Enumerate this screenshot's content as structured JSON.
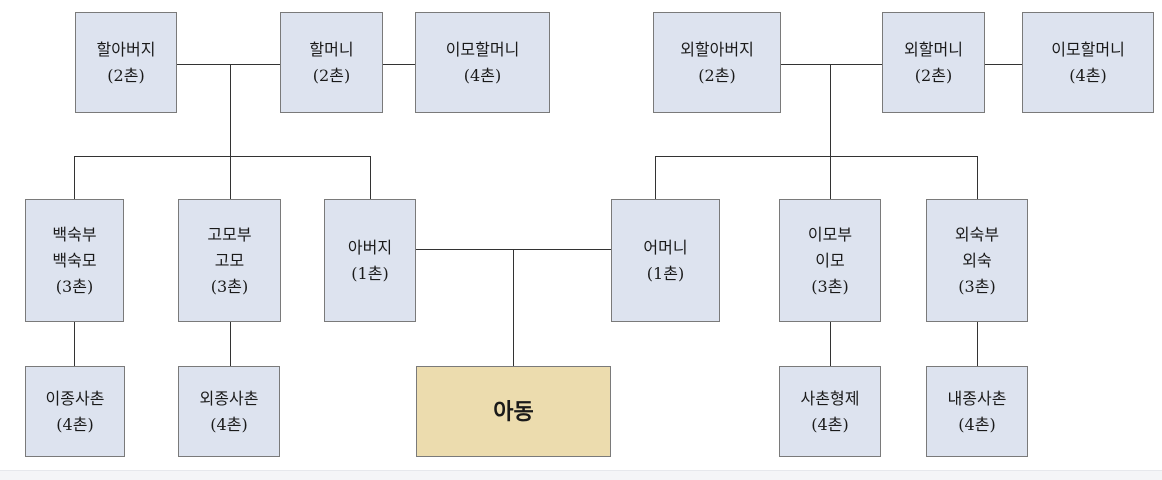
{
  "colors": {
    "box_fill": "#dde3ef",
    "child_fill": "#ecdcae",
    "border": "#7a7a7a",
    "line": "#333333"
  },
  "nodes": {
    "grandfather": [
      "할아버지",
      "(2촌)"
    ],
    "grandmother": [
      "할머니",
      "(2촌)"
    ],
    "grandaunt": [
      "이모할머니",
      "(4촌)"
    ],
    "mat_grandfather": [
      "외할아버지",
      "(2촌)"
    ],
    "mat_grandmother": [
      "외할머니",
      "(2촌)"
    ],
    "mat_grandaunt": [
      "이모할머니",
      "(4촌)"
    ],
    "paternal_uncle": [
      "백숙부",
      "백숙모",
      "(3촌)"
    ],
    "paternal_aunt": [
      "고모부",
      "고모",
      "(3촌)"
    ],
    "father": [
      "아버지",
      "(1촌)"
    ],
    "mother": [
      "어머니",
      "(1촌)"
    ],
    "maternal_aunt": [
      "이모부",
      "이모",
      "(3촌)"
    ],
    "maternal_uncle": [
      "외숙부",
      "외숙",
      "(3촌)"
    ],
    "paternal_cousin": [
      "이종사촌",
      "(4촌)"
    ],
    "paternal_aunt_cousin": [
      "외종사촌",
      "(4촌)"
    ],
    "child": [
      "아동"
    ],
    "sibling_cousin": [
      "사촌형제",
      "(4촌)"
    ],
    "maternal_cousin": [
      "내종사촌",
      "(4촌)"
    ]
  }
}
